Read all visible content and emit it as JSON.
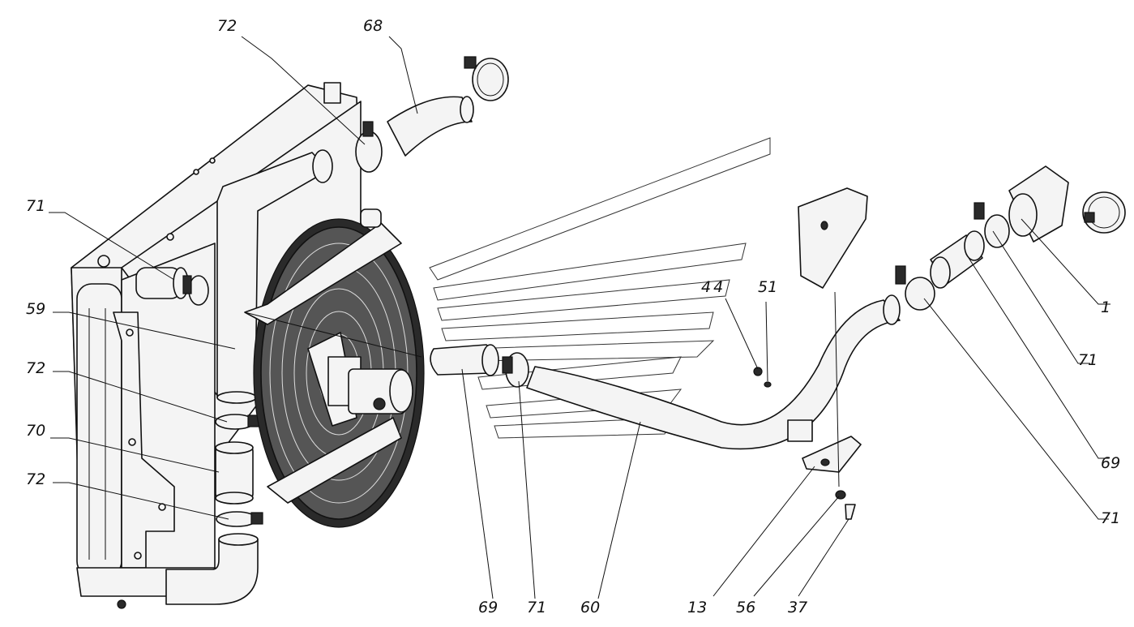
{
  "callouts": [
    {
      "id": "c-72-top",
      "text": "72"
    },
    {
      "id": "c-68",
      "text": "68"
    },
    {
      "id": "c-71-left",
      "text": "71"
    },
    {
      "id": "c-59",
      "text": "59"
    },
    {
      "id": "c-72-mid",
      "text": "72"
    },
    {
      "id": "c-70",
      "text": "70"
    },
    {
      "id": "c-72-bot",
      "text": "72"
    },
    {
      "id": "c-44",
      "text": "44"
    },
    {
      "id": "c-51",
      "text": "51"
    },
    {
      "id": "c-1",
      "text": "1"
    },
    {
      "id": "c-71-right-a",
      "text": "71"
    },
    {
      "id": "c-69-right",
      "text": "69"
    },
    {
      "id": "c-71-right-b",
      "text": "71"
    },
    {
      "id": "c-69-bot",
      "text": "69"
    },
    {
      "id": "c-71-bot",
      "text": "71"
    },
    {
      "id": "c-60",
      "text": "60"
    },
    {
      "id": "c-13",
      "text": "13"
    },
    {
      "id": "c-56",
      "text": "56"
    },
    {
      "id": "c-37",
      "text": "37"
    }
  ]
}
